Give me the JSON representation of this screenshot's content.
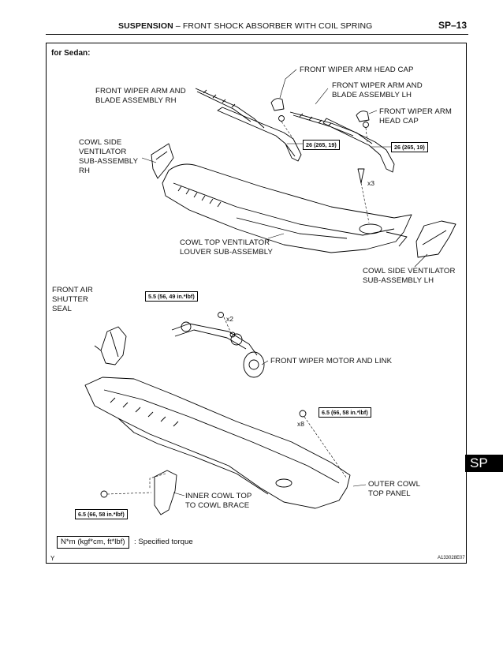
{
  "header": {
    "section": "SUSPENSION",
    "separator": "–",
    "subject": "FRONT SHOCK ABSORBER WITH COIL SPRING",
    "page_number": "SP–13"
  },
  "variant_label": "for Sedan:",
  "parts": {
    "head_cap_top": "FRONT WIPER ARM HEAD CAP",
    "arm_blade_rh": "FRONT WIPER ARM AND\nBLADE ASSEMBLY RH",
    "arm_blade_lh": "FRONT WIPER ARM AND\nBLADE ASSEMBLY LH",
    "head_cap_lh": "FRONT WIPER ARM\nHEAD CAP",
    "cowl_side_rh": "COWL SIDE\nVENTILATOR\nSUB-ASSEMBLY\nRH",
    "cowl_top_louver": "COWL TOP VENTILATOR\nLOUVER SUB-ASSEMBLY",
    "cowl_side_lh": "COWL SIDE VENTILATOR\nSUB-ASSEMBLY LH",
    "shutter_seal": "FRONT AIR\nSHUTTER\nSEAL",
    "motor_link": "FRONT WIPER MOTOR AND LINK",
    "inner_brace": "INNER COWL TOP\nTO COWL BRACE",
    "outer_panel": "OUTER COWL\nTOP PANEL"
  },
  "torques": {
    "arm_rh": "26 (265, 19)",
    "arm_lh": "26 (265, 19)",
    "motor": "5.5 (56, 49 in.*lbf)",
    "panel": "6.5 (66, 58 in.*lbf)",
    "brace": "6.5 (66, 58 in.*lbf)"
  },
  "quantities": {
    "clip": "x3",
    "motor_bolt": "x2",
    "panel_bolt": "x8"
  },
  "legend": {
    "unit": "N*m (kgf*cm, ft*lbf)",
    "meaning": ": Specified torque"
  },
  "footer": {
    "left_code": "Y",
    "figure_id": "A133028E07"
  },
  "side_tab": "SP"
}
